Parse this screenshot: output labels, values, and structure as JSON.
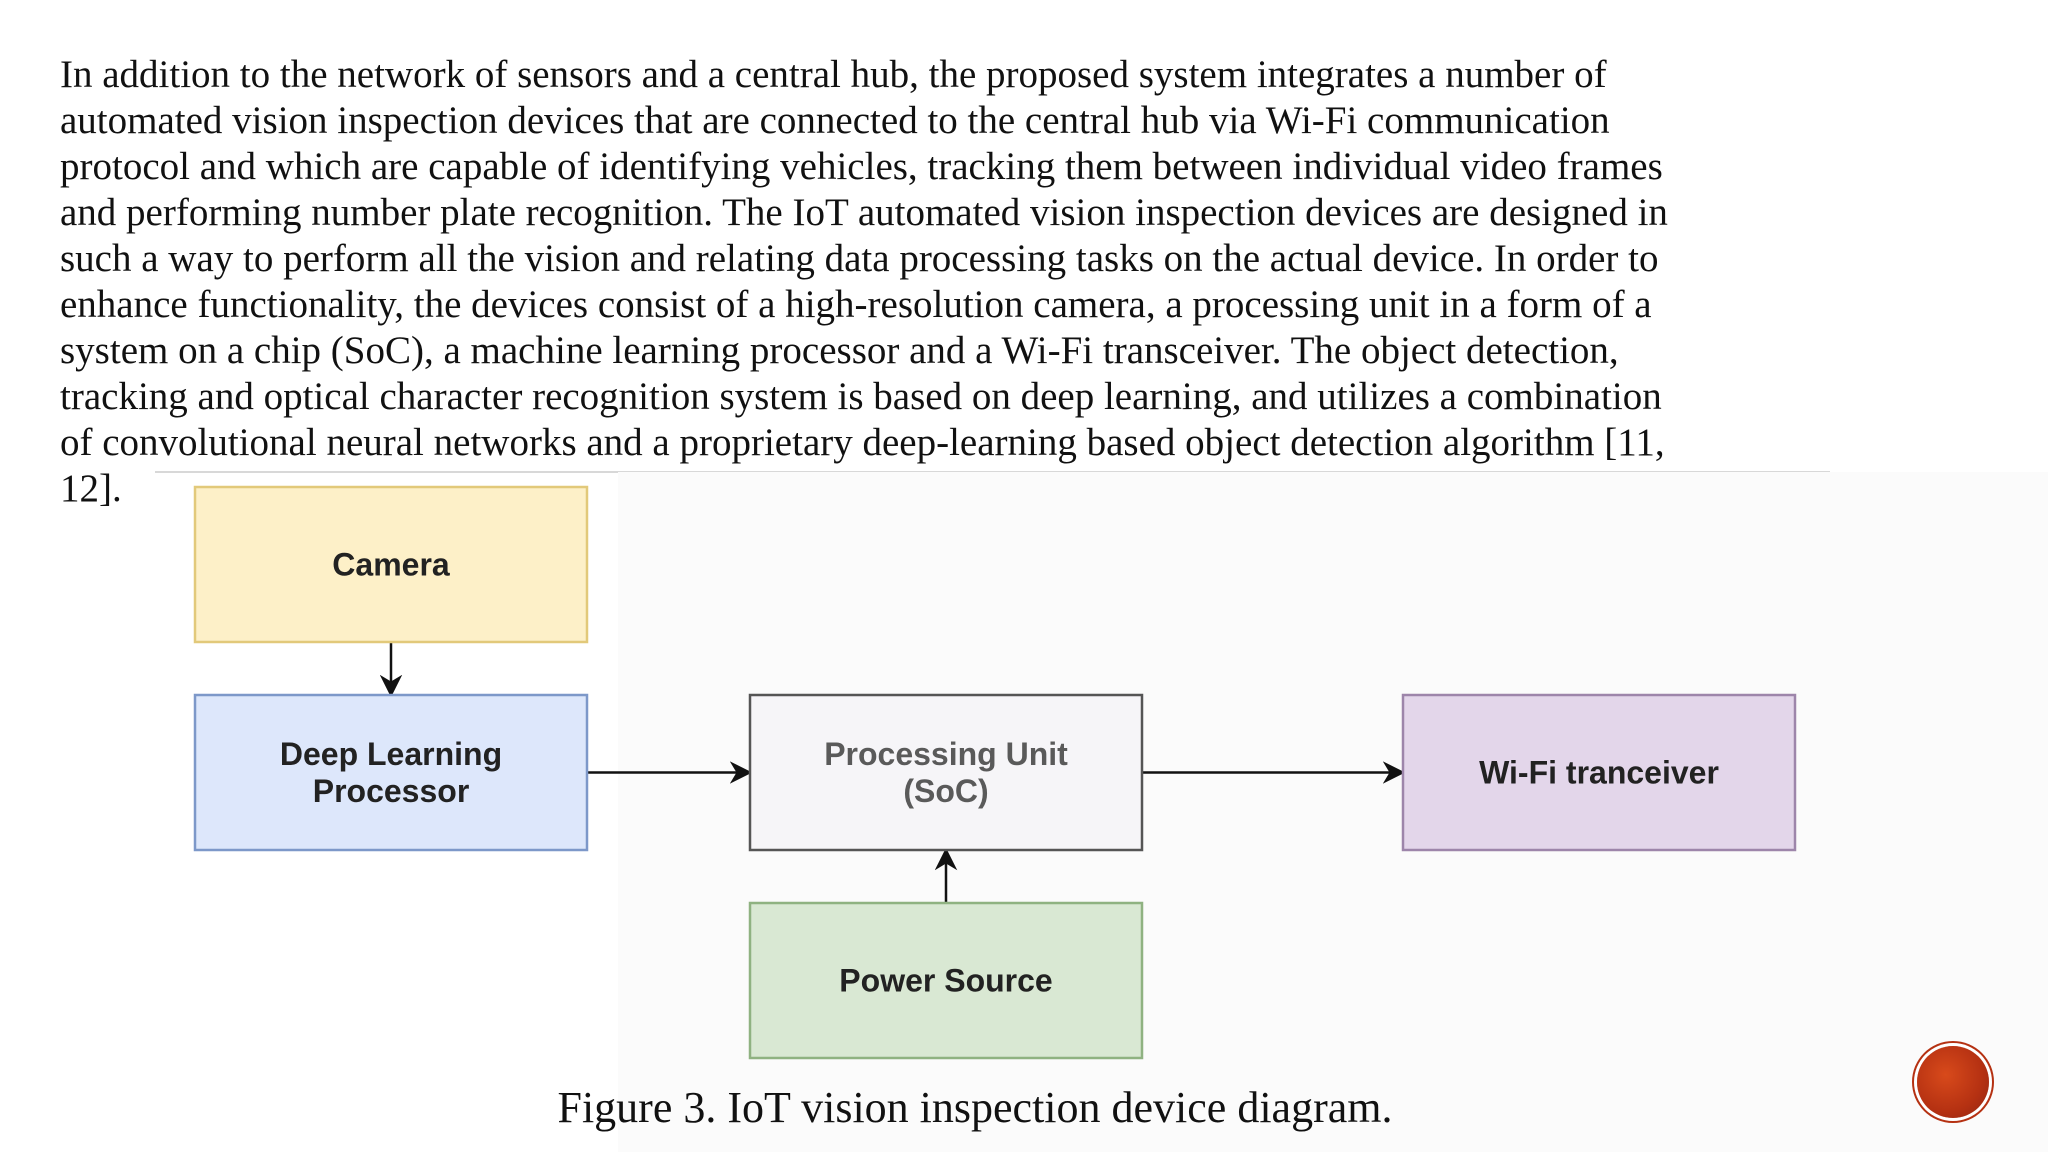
{
  "paragraph": {
    "lines": [
      "In addition to the network of sensors and a central hub, the proposed system integrates a number of",
      "automated vision inspection devices that are connected to the central hub via Wi-Fi communication",
      "protocol and which are capable of identifying vehicles, tracking them between individual video frames",
      "and performing number plate recognition. The IoT automated vision inspection devices are designed in",
      "such a way to perform all the vision and relating data processing tasks on the actual device. In order to",
      "enhance functionality, the devices consist of a high-resolution camera, a processing unit in a form of a",
      "system on a chip (SoC), a machine learning processor and a Wi-Fi transceiver. The object detection,",
      "tracking and optical character recognition system is based on deep learning, and utilizes a combination",
      "of convolutional neural networks and a proprietary deep-learning based object detection algorithm [11,",
      "12]."
    ]
  },
  "diagram": {
    "nodes": {
      "camera": {
        "lines": [
          "Camera"
        ],
        "fill": "#fdf0c8",
        "stroke": "#e2c97a"
      },
      "dlp": {
        "lines": [
          "Deep Learning",
          "Processor"
        ],
        "fill": "#dde7fb",
        "stroke": "#7d98c9"
      },
      "pu": {
        "lines": [
          "Processing Unit",
          "(SoC)"
        ],
        "fill": "#f6f5f8",
        "stroke": "#555555"
      },
      "wifi": {
        "lines": [
          "Wi-Fi tranceiver"
        ],
        "fill": "#e3d6ea",
        "stroke": "#9d85aa"
      },
      "power": {
        "lines": [
          "Power Source"
        ],
        "fill": "#d9e8d3",
        "stroke": "#8fb281"
      }
    },
    "edges": [
      {
        "from": "camera",
        "to": "dlp"
      },
      {
        "from": "dlp",
        "to": "pu"
      },
      {
        "from": "pu",
        "to": "wifi"
      },
      {
        "from": "power",
        "to": "pu"
      }
    ],
    "text_colors": {
      "default": "#222222",
      "muted": "#5a5a5a"
    },
    "arrow_color": "#111111"
  },
  "caption": "Figure 3. IoT vision inspection device diagram.",
  "accent_color": "#b53112"
}
